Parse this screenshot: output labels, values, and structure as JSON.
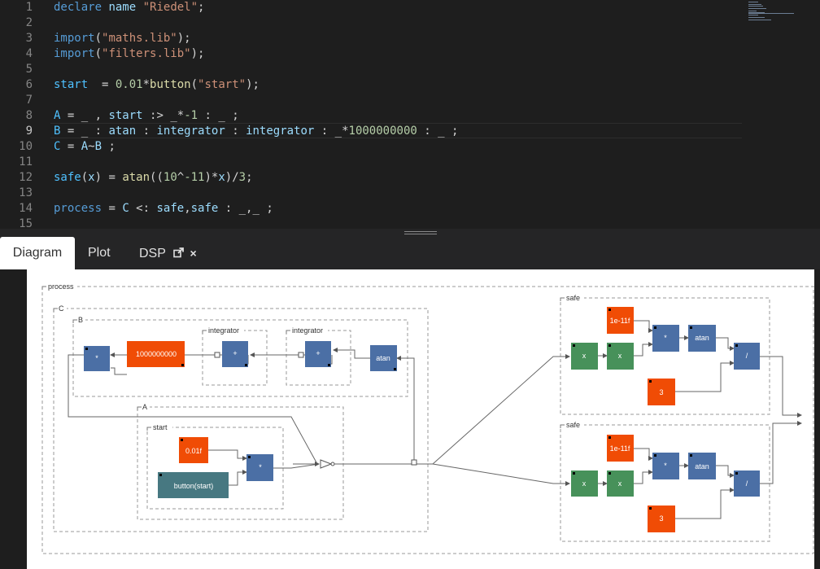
{
  "editor": {
    "lines": [
      {
        "n": "1",
        "tokens": [
          {
            "t": "declare",
            "c": "kw"
          },
          {
            "t": " "
          },
          {
            "t": "name",
            "c": "id"
          },
          {
            "t": " "
          },
          {
            "t": "\"Riedel\"",
            "c": "str"
          },
          {
            "t": ";"
          }
        ]
      },
      {
        "n": "2",
        "tokens": []
      },
      {
        "n": "3",
        "tokens": [
          {
            "t": "import",
            "c": "kw"
          },
          {
            "t": "("
          },
          {
            "t": "\"maths.lib\"",
            "c": "str"
          },
          {
            "t": ");"
          }
        ]
      },
      {
        "n": "4",
        "tokens": [
          {
            "t": "import",
            "c": "kw"
          },
          {
            "t": "("
          },
          {
            "t": "\"filters.lib\"",
            "c": "str"
          },
          {
            "t": ");"
          }
        ]
      },
      {
        "n": "5",
        "tokens": []
      },
      {
        "n": "6",
        "tokens": [
          {
            "t": "start",
            "c": "def"
          },
          {
            "t": "  = "
          },
          {
            "t": "0.01",
            "c": "num"
          },
          {
            "t": "*"
          },
          {
            "t": "button",
            "c": "fn"
          },
          {
            "t": "("
          },
          {
            "t": "\"start\"",
            "c": "str"
          },
          {
            "t": ");"
          }
        ]
      },
      {
        "n": "7",
        "tokens": []
      },
      {
        "n": "8",
        "tokens": [
          {
            "t": "A",
            "c": "def"
          },
          {
            "t": " = _ , "
          },
          {
            "t": "start",
            "c": "id"
          },
          {
            "t": " :> _*"
          },
          {
            "t": "-1",
            "c": "num"
          },
          {
            "t": " : _ ;"
          }
        ]
      },
      {
        "n": "9",
        "tokens": [
          {
            "t": "B",
            "c": "def"
          },
          {
            "t": " = _ : "
          },
          {
            "t": "atan",
            "c": "id"
          },
          {
            "t": " : "
          },
          {
            "t": "integrator",
            "c": "id"
          },
          {
            "t": " : "
          },
          {
            "t": "integrator",
            "c": "id"
          },
          {
            "t": " : _*"
          },
          {
            "t": "1000000000",
            "c": "num"
          },
          {
            "t": " : _ ;"
          }
        ]
      },
      {
        "n": "10",
        "tokens": [
          {
            "t": "C",
            "c": "def"
          },
          {
            "t": " = "
          },
          {
            "t": "A",
            "c": "id"
          },
          {
            "t": "~"
          },
          {
            "t": "B",
            "c": "id"
          },
          {
            "t": " ;"
          }
        ]
      },
      {
        "n": "11",
        "tokens": []
      },
      {
        "n": "12",
        "tokens": [
          {
            "t": "safe",
            "c": "def"
          },
          {
            "t": "("
          },
          {
            "t": "x",
            "c": "id"
          },
          {
            "t": ") = "
          },
          {
            "t": "atan",
            "c": "fn"
          },
          {
            "t": "(("
          },
          {
            "t": "10",
            "c": "num"
          },
          {
            "t": "^"
          },
          {
            "t": "-11",
            "c": "num"
          },
          {
            "t": ")*"
          },
          {
            "t": "x",
            "c": "id"
          },
          {
            "t": ")/"
          },
          {
            "t": "3",
            "c": "num"
          },
          {
            "t": ";"
          }
        ]
      },
      {
        "n": "13",
        "tokens": []
      },
      {
        "n": "14",
        "tokens": [
          {
            "t": "process",
            "c": "kw"
          },
          {
            "t": " = "
          },
          {
            "t": "C",
            "c": "id"
          },
          {
            "t": " <: "
          },
          {
            "t": "safe",
            "c": "id"
          },
          {
            "t": ","
          },
          {
            "t": "safe",
            "c": "id"
          },
          {
            "t": " : _,_ ;"
          }
        ]
      },
      {
        "n": "15",
        "tokens": []
      }
    ],
    "active_line": "9"
  },
  "tabs": {
    "diagram": "Diagram",
    "plot": "Plot",
    "dsp": "DSP",
    "dsp_close": "×"
  },
  "diagram": {
    "groups": {
      "process": "process",
      "c": "C",
      "b": "B",
      "integrator": "integrator",
      "a": "A",
      "start": "start",
      "safe": "safe"
    },
    "blocks": {
      "mult": "*",
      "billion": "1000000000",
      "plus": "+",
      "atan": "atan",
      "const_001": "0.01f",
      "button": "button(start)",
      "x": "x",
      "tiny": "1e-11f",
      "div": "/",
      "three": "3"
    },
    "colors": {
      "blue": "#4b6fa5",
      "orange": "#f04c05",
      "green": "#47915a",
      "teal": "#477881",
      "wire": "#555555",
      "group_border": "#9a9a9a"
    }
  }
}
